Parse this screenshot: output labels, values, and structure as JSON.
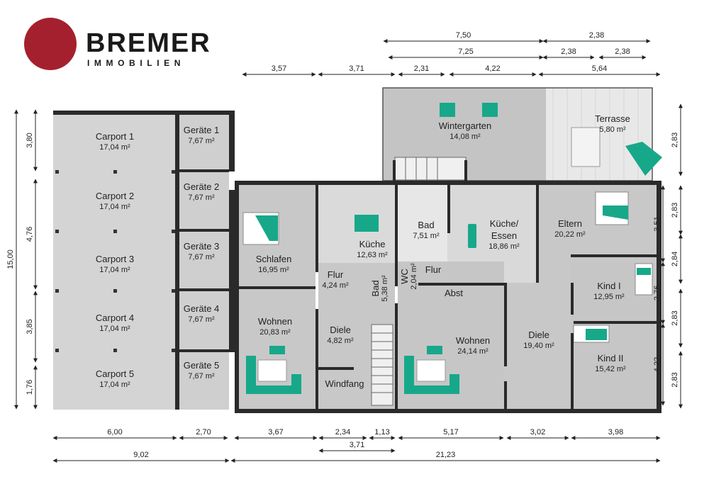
{
  "brand": {
    "name": "BREMER",
    "tagline": "IMMOBILIEN",
    "logo_color": "#a5202e"
  },
  "colors": {
    "wall": "#2a2a2a",
    "floor": "#c9c9c9",
    "carport": "#d4d4d4",
    "accent": "#17a88a"
  },
  "rooms": [
    {
      "id": "carport-1",
      "name": "Carport 1",
      "area": "17,04 m²"
    },
    {
      "id": "carport-2",
      "name": "Carport 2",
      "area": "17,04 m²"
    },
    {
      "id": "carport-3",
      "name": "Carport 3",
      "area": "17,04 m²"
    },
    {
      "id": "carport-4",
      "name": "Carport 4",
      "area": "17,04 m²"
    },
    {
      "id": "carport-5",
      "name": "Carport 5",
      "area": "17,04 m²"
    },
    {
      "id": "geraete-1",
      "name": "Geräte 1",
      "area": "7,67 m²"
    },
    {
      "id": "geraete-2",
      "name": "Geräte 2",
      "area": "7,67 m²"
    },
    {
      "id": "geraete-3",
      "name": "Geräte 3",
      "area": "7,67 m²"
    },
    {
      "id": "geraete-4",
      "name": "Geräte 4",
      "area": "7,67 m²"
    },
    {
      "id": "geraete-5",
      "name": "Geräte 5",
      "area": "7,67 m²"
    },
    {
      "id": "schlafen",
      "name": "Schlafen",
      "area": "16,95 m²"
    },
    {
      "id": "wohnen-left",
      "name": "Wohnen",
      "area": "20,83 m²"
    },
    {
      "id": "kueche",
      "name": "Küche",
      "area": "12,63 m²"
    },
    {
      "id": "flur-left",
      "name": "Flur",
      "area": "4,24 m²"
    },
    {
      "id": "diele-left",
      "name": "Diele",
      "area": "4,82 m²"
    },
    {
      "id": "windfang",
      "name": "Windfang",
      "area": ""
    },
    {
      "id": "bad-small",
      "name": "Bad",
      "area": "5,38 m²"
    },
    {
      "id": "wc",
      "name": "WC",
      "area": "2,04 m²"
    },
    {
      "id": "bad",
      "name": "Bad",
      "area": "7,51 m²"
    },
    {
      "id": "flur-right",
      "name": "Flur",
      "area": ""
    },
    {
      "id": "abst",
      "name": "Abst",
      "area": ""
    },
    {
      "id": "wintergarten",
      "name": "Wintergarten",
      "area": "14,08 m²"
    },
    {
      "id": "terrasse",
      "name": "Terrasse",
      "area": "5,80 m²"
    },
    {
      "id": "kueche-essen-1",
      "name": "Küche/",
      "area": ""
    },
    {
      "id": "kueche-essen-2",
      "name": "Essen",
      "area": "18,86 m²"
    },
    {
      "id": "wohnen-right",
      "name": "Wohnen",
      "area": "24,14 m²"
    },
    {
      "id": "eltern",
      "name": "Eltern",
      "area": "20,22 m²"
    },
    {
      "id": "kind-1",
      "name": "Kind I",
      "area": "12,95 m²"
    },
    {
      "id": "diele-right",
      "name": "Diele",
      "area": "19,40 m²"
    },
    {
      "id": "kind-2",
      "name": "Kind II",
      "area": "15,42 m²"
    }
  ],
  "dimensions": {
    "top": [
      {
        "id": "t1a",
        "label": "7,50"
      },
      {
        "id": "t1b",
        "label": "2,38"
      },
      {
        "id": "t2a",
        "label": "7,25"
      },
      {
        "id": "t2b",
        "label": "2,38"
      },
      {
        "id": "t2c",
        "label": "2,38"
      },
      {
        "id": "t3a",
        "label": "3,57"
      },
      {
        "id": "t3b",
        "label": "3,71"
      },
      {
        "id": "t3c",
        "label": "2,31"
      },
      {
        "id": "t3d",
        "label": "4,22"
      },
      {
        "id": "t3e",
        "label": "5,64"
      }
    ],
    "bottom": [
      {
        "id": "b1a",
        "label": "6,00"
      },
      {
        "id": "b1b",
        "label": "2,70"
      },
      {
        "id": "b1c",
        "label": "3,67"
      },
      {
        "id": "b1d",
        "label": "2,34"
      },
      {
        "id": "b1e",
        "label": "1,13"
      },
      {
        "id": "b1f",
        "label": "5,17"
      },
      {
        "id": "b1g",
        "label": "3,02"
      },
      {
        "id": "b1h",
        "label": "3,98"
      },
      {
        "id": "b2a",
        "label": "3,71"
      },
      {
        "id": "b3a",
        "label": "9,02"
      },
      {
        "id": "b3b",
        "label": "21,23"
      }
    ],
    "left": [
      {
        "id": "l1",
        "label": "15,00"
      },
      {
        "id": "l2a",
        "label": "3,80"
      },
      {
        "id": "l2b",
        "label": "4,76"
      },
      {
        "id": "l2c",
        "label": "3,85"
      },
      {
        "id": "l2d",
        "label": "1,76"
      }
    ],
    "right": [
      {
        "id": "r1a",
        "label": "2,83"
      },
      {
        "id": "r1b",
        "label": "2,83"
      },
      {
        "id": "r1c",
        "label": "2,84"
      },
      {
        "id": "r1d",
        "label": "2,83"
      },
      {
        "id": "r1e",
        "label": "2,83"
      },
      {
        "id": "r2a",
        "label": "3,51"
      },
      {
        "id": "r2b",
        "label": "2,76"
      },
      {
        "id": "r2c",
        "label": "4,22"
      }
    ]
  }
}
